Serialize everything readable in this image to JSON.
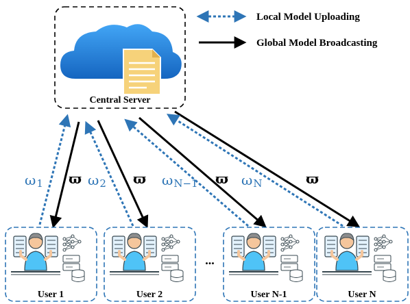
{
  "legend": {
    "upload_label": "Local Model Uploading",
    "broadcast_label": "Global Model Broadcasting"
  },
  "server": {
    "label": "Central Server"
  },
  "users": [
    {
      "label": "User 1"
    },
    {
      "label": "User 2"
    },
    {
      "label": "User N-1"
    },
    {
      "label": "User N"
    }
  ],
  "ellipsis": "...",
  "weights": {
    "w1_base": "ω",
    "w1_sub": "1",
    "w2_base": "ω",
    "w2_sub": "2",
    "wn1_base": "ω",
    "wn1_sub": "N−1",
    "wn_base": "ω",
    "wn_sub": "N",
    "global": "ϖ"
  },
  "colors": {
    "upload": "#2e75b6",
    "broadcast": "#000000",
    "cloud": "#1e88e5",
    "weight_text": "#2e75b6"
  }
}
